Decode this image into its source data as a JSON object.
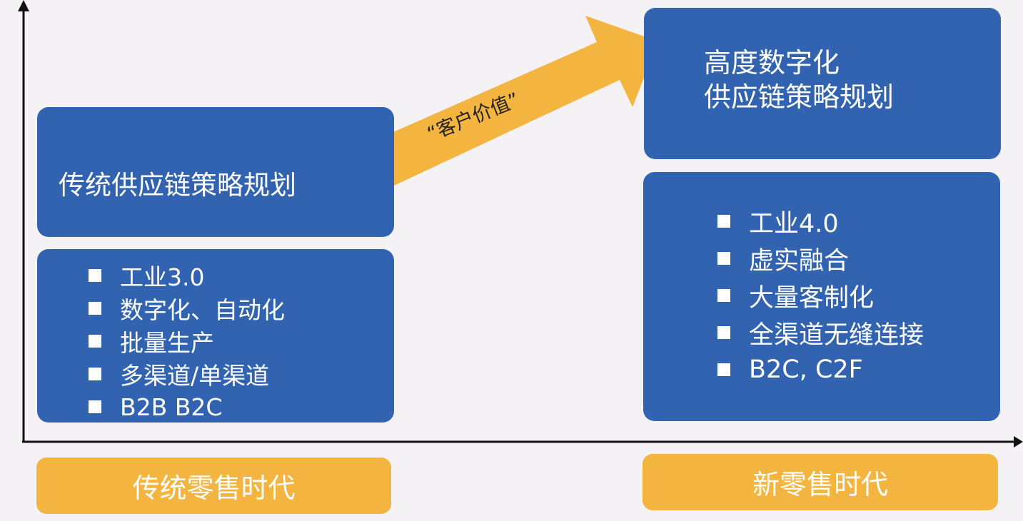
{
  "colors": {
    "background": "#f4f2f4",
    "box_blue": "#3163b0",
    "era_orange": "#f4b440",
    "arrow_orange": "#f4b440",
    "axis": "#111111"
  },
  "arrow": {
    "label": "“客户价值”"
  },
  "traditional": {
    "title": "传统供应链策略规划",
    "items": [
      "工业3.0",
      "数字化、自动化",
      "批量生产",
      "多渠道/单渠道",
      "B2B B2C"
    ],
    "era": "传统零售时代"
  },
  "digital": {
    "title_lines": [
      "高度数字化",
      "供应链策略规划"
    ],
    "items": [
      "工业4.0",
      "虚实融合",
      "大量客制化",
      "全渠道无缝连接",
      "B2C, C2F"
    ],
    "era": "新零售时代"
  }
}
